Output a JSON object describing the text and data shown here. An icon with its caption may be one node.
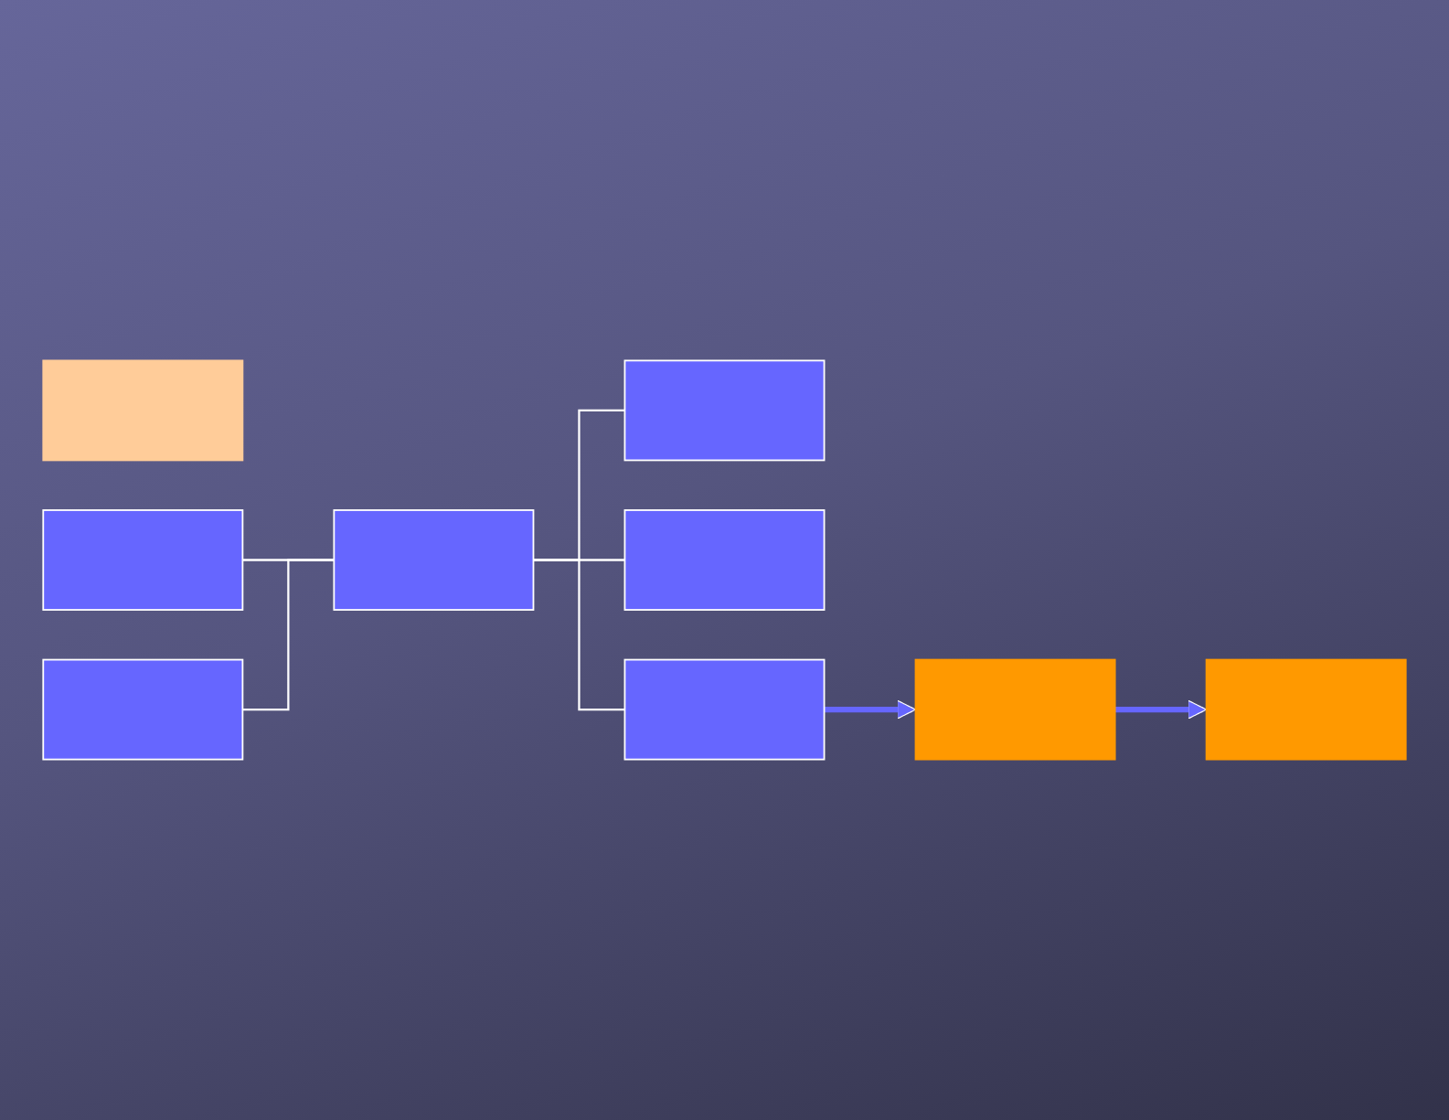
{
  "diagram": {
    "nodes": [
      {
        "text": [],
        "shape": "box"
      },
      {
        "text": [],
        "shape": "box"
      },
      {
        "text": [],
        "shape": "box"
      },
      {
        "text": [],
        "shape": "box"
      },
      {
        "text": [],
        "shape": "box"
      },
      {
        "text": [],
        "shape": "box"
      },
      {
        "text": [],
        "shape": "box"
      },
      {
        "text": [],
        "shape": "box"
      },
      {
        "text": [],
        "shape": "box"
      }
    ],
    "edges": [
      {
        "from": 1,
        "to": 3,
        "arrow": "none"
      },
      {
        "from": 2,
        "to": 3,
        "arrow": "none"
      },
      {
        "from": 3,
        "to": 4,
        "arrow": "none"
      },
      {
        "from": 3,
        "to": 5,
        "arrow": "none"
      },
      {
        "from": 3,
        "to": 6,
        "arrow": "none"
      },
      {
        "from": 6,
        "to": 7,
        "arrow": "to",
        "style": "thick",
        "color": "#6666ff"
      },
      {
        "from": 7,
        "to": 8,
        "arrow": "to",
        "style": "thick",
        "color": "#6666ff"
      }
    ]
  }
}
